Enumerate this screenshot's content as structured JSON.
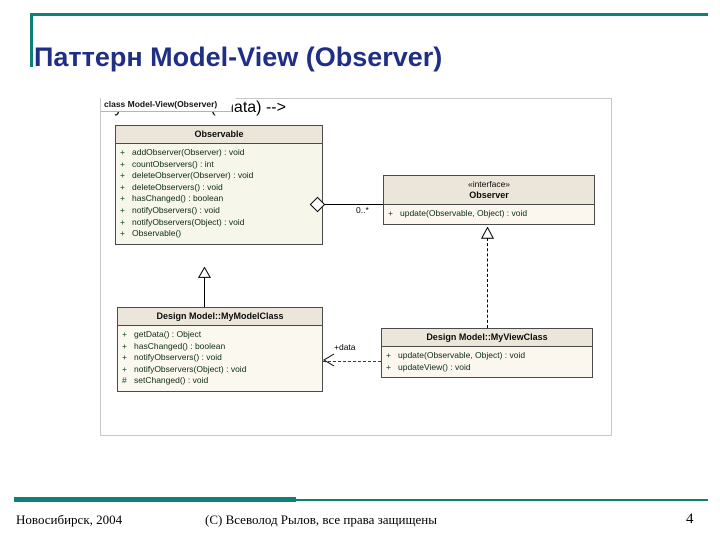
{
  "slide": {
    "title": "Паттерн Model-View (Observer)",
    "accent_color": "#0E8075",
    "title_color": "#1F2F86"
  },
  "footer": {
    "place": "Новосибирск, 2004",
    "copyright": "(С) Всеволод Рылов, все права защищены",
    "page_number": "4"
  },
  "diagram": {
    "frame_label": "class Model-View(Observer)",
    "classes": {
      "observable": {
        "name": "Observable",
        "stereotype": "",
        "members": [
          {
            "visibility": "+",
            "text": "addObserver(Observer) : void"
          },
          {
            "visibility": "+",
            "text": "countObservers() : int"
          },
          {
            "visibility": "+",
            "text": "deleteObserver(Observer) : void"
          },
          {
            "visibility": "+",
            "text": "deleteObservers() : void"
          },
          {
            "visibility": "+",
            "text": "hasChanged() : boolean"
          },
          {
            "visibility": "+",
            "text": "notifyObservers() : void"
          },
          {
            "visibility": "+",
            "text": "notifyObservers(Object) : void"
          },
          {
            "visibility": "+",
            "text": "Observable()"
          }
        ]
      },
      "observer": {
        "name": "Observer",
        "stereotype": "«interface»",
        "members": [
          {
            "visibility": "+",
            "text": "update(Observable, Object) : void"
          }
        ]
      },
      "mymodelclass": {
        "name": "Design Model::MyModelClass",
        "stereotype": "",
        "members": [
          {
            "visibility": "+",
            "text": "getData() : Object"
          },
          {
            "visibility": "+",
            "text": "hasChanged() : boolean"
          },
          {
            "visibility": "+",
            "text": "notifyObservers() : void"
          },
          {
            "visibility": "+",
            "text": "notifyObservers(Object) : void"
          },
          {
            "visibility": "#",
            "text": "setChanged() : void"
          }
        ]
      },
      "myviewclass": {
        "name": "Design Model::MyViewClass",
        "stereotype": "",
        "members": [
          {
            "visibility": "+",
            "text": "update(Observable, Object) : void"
          },
          {
            "visibility": "+",
            "text": "updateView() : void"
          }
        ]
      }
    },
    "connectors": {
      "association_multiplicity": "0..*",
      "dependency_role": "+data"
    }
  }
}
